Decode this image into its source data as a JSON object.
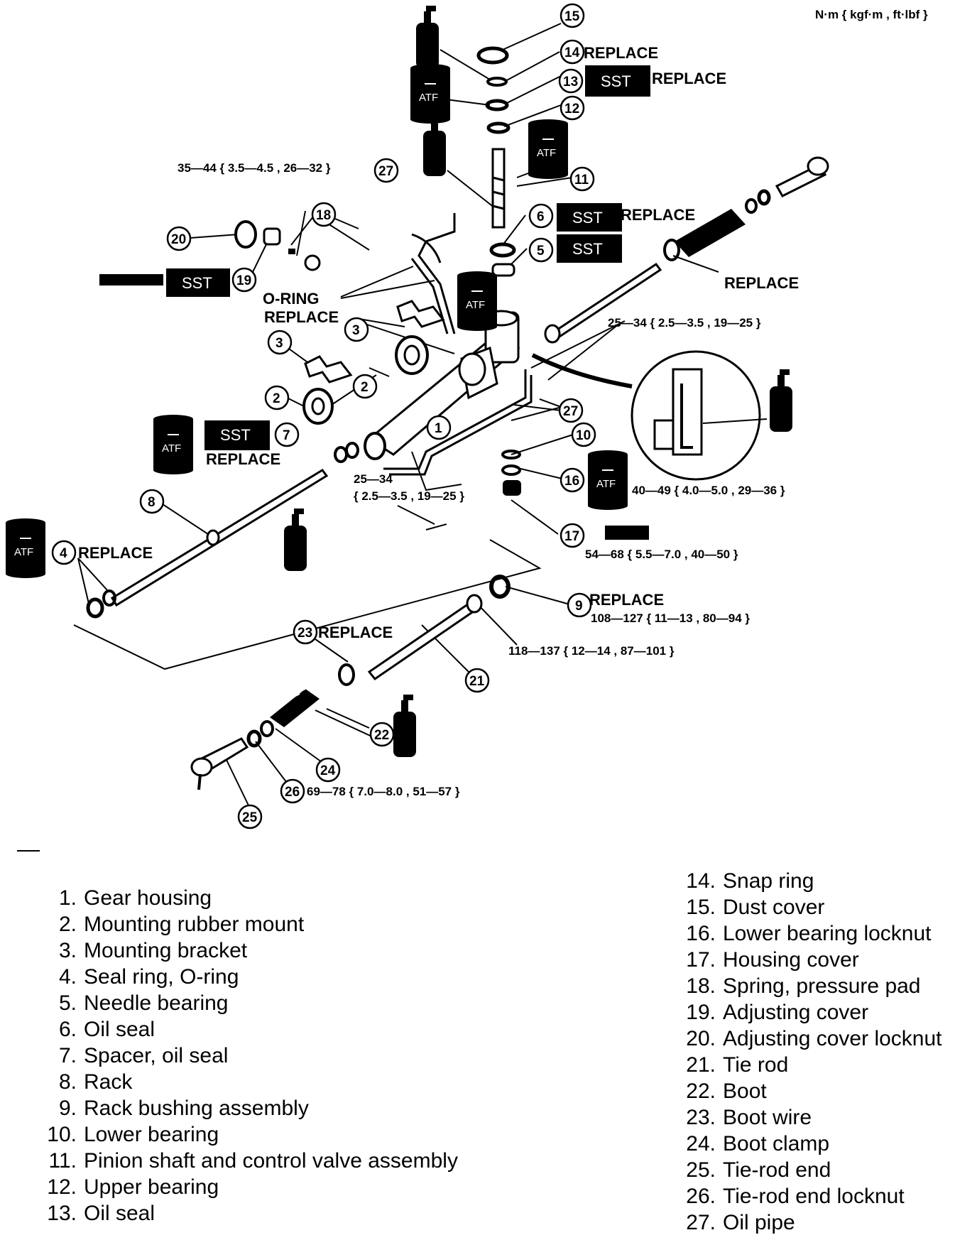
{
  "units_label": "N·m { kgf·m , ft·lbf }",
  "callouts": {
    "c1": "1",
    "c2a": "2",
    "c2b": "2",
    "c3a": "3",
    "c3b": "3",
    "c4": "4",
    "c5": "5",
    "c6": "6",
    "c7": "7",
    "c8": "8",
    "c9": "9",
    "c10": "10",
    "c11": "11",
    "c12": "12",
    "c13": "13",
    "c14": "14",
    "c15": "15",
    "c16": "16",
    "c17": "17",
    "c18": "18",
    "c19": "19",
    "c20": "20",
    "c21": "21",
    "c22": "22",
    "c23": "23",
    "c24": "24",
    "c25": "25",
    "c26": "26",
    "c27a": "27",
    "c27b": "27"
  },
  "annotations": {
    "replace": "REPLACE",
    "oring": "O-RING",
    "sst": "SST",
    "atf": "ATF",
    "torque_35_44": "35—44 { 3.5—4.5 , 26—32 }",
    "torque_25_34_right": "25—34 { 2.5—3.5 , 19—25 }",
    "torque_25_34_left_a": "25—34",
    "torque_25_34_left_b": "{ 2.5—3.5 , 19—25 }",
    "torque_40_49": "40—49 { 4.0—5.0 , 29—36 }",
    "torque_54_68": "54—68 { 5.5—7.0 , 40—50 }",
    "torque_108_127": "108—127 { 11—13 , 80—94 }",
    "torque_118_137": "118—137 { 12—14 , 87—101 }",
    "torque_69_78": "69—78 { 7.0—8.0 , 51—57 }"
  },
  "legend": {
    "left": [
      {
        "num": "1.",
        "label": "Gear housing"
      },
      {
        "num": "2.",
        "label": "Mounting rubber mount"
      },
      {
        "num": "3.",
        "label": "Mounting bracket"
      },
      {
        "num": "4.",
        "label": "Seal ring, O-ring"
      },
      {
        "num": "5.",
        "label": "Needle bearing"
      },
      {
        "num": "6.",
        "label": "Oil seal"
      },
      {
        "num": "7.",
        "label": "Spacer, oil seal"
      },
      {
        "num": "8.",
        "label": "Rack"
      },
      {
        "num": "9.",
        "label": "Rack bushing assembly"
      },
      {
        "num": "10.",
        "label": "Lower bearing"
      },
      {
        "num": "11.",
        "label": "Pinion shaft and control valve assembly"
      },
      {
        "num": "12.",
        "label": "Upper bearing"
      },
      {
        "num": "13.",
        "label": "Oil seal"
      }
    ],
    "right": [
      {
        "num": "14.",
        "label": "Snap ring"
      },
      {
        "num": "15.",
        "label": "Dust cover"
      },
      {
        "num": "16.",
        "label": "Lower bearing locknut"
      },
      {
        "num": "17.",
        "label": "Housing cover"
      },
      {
        "num": "18.",
        "label": "Spring, pressure pad"
      },
      {
        "num": "19.",
        "label": "Adjusting cover"
      },
      {
        "num": "20.",
        "label": "Adjusting cover locknut"
      },
      {
        "num": "21.",
        "label": "Tie rod"
      },
      {
        "num": "22.",
        "label": "Boot"
      },
      {
        "num": "23.",
        "label": "Boot wire"
      },
      {
        "num": "24.",
        "label": "Boot clamp"
      },
      {
        "num": "25.",
        "label": "Tie-rod end"
      },
      {
        "num": "26.",
        "label": "Tie-rod end locknut"
      },
      {
        "num": "27.",
        "label": "Oil pipe"
      }
    ]
  }
}
